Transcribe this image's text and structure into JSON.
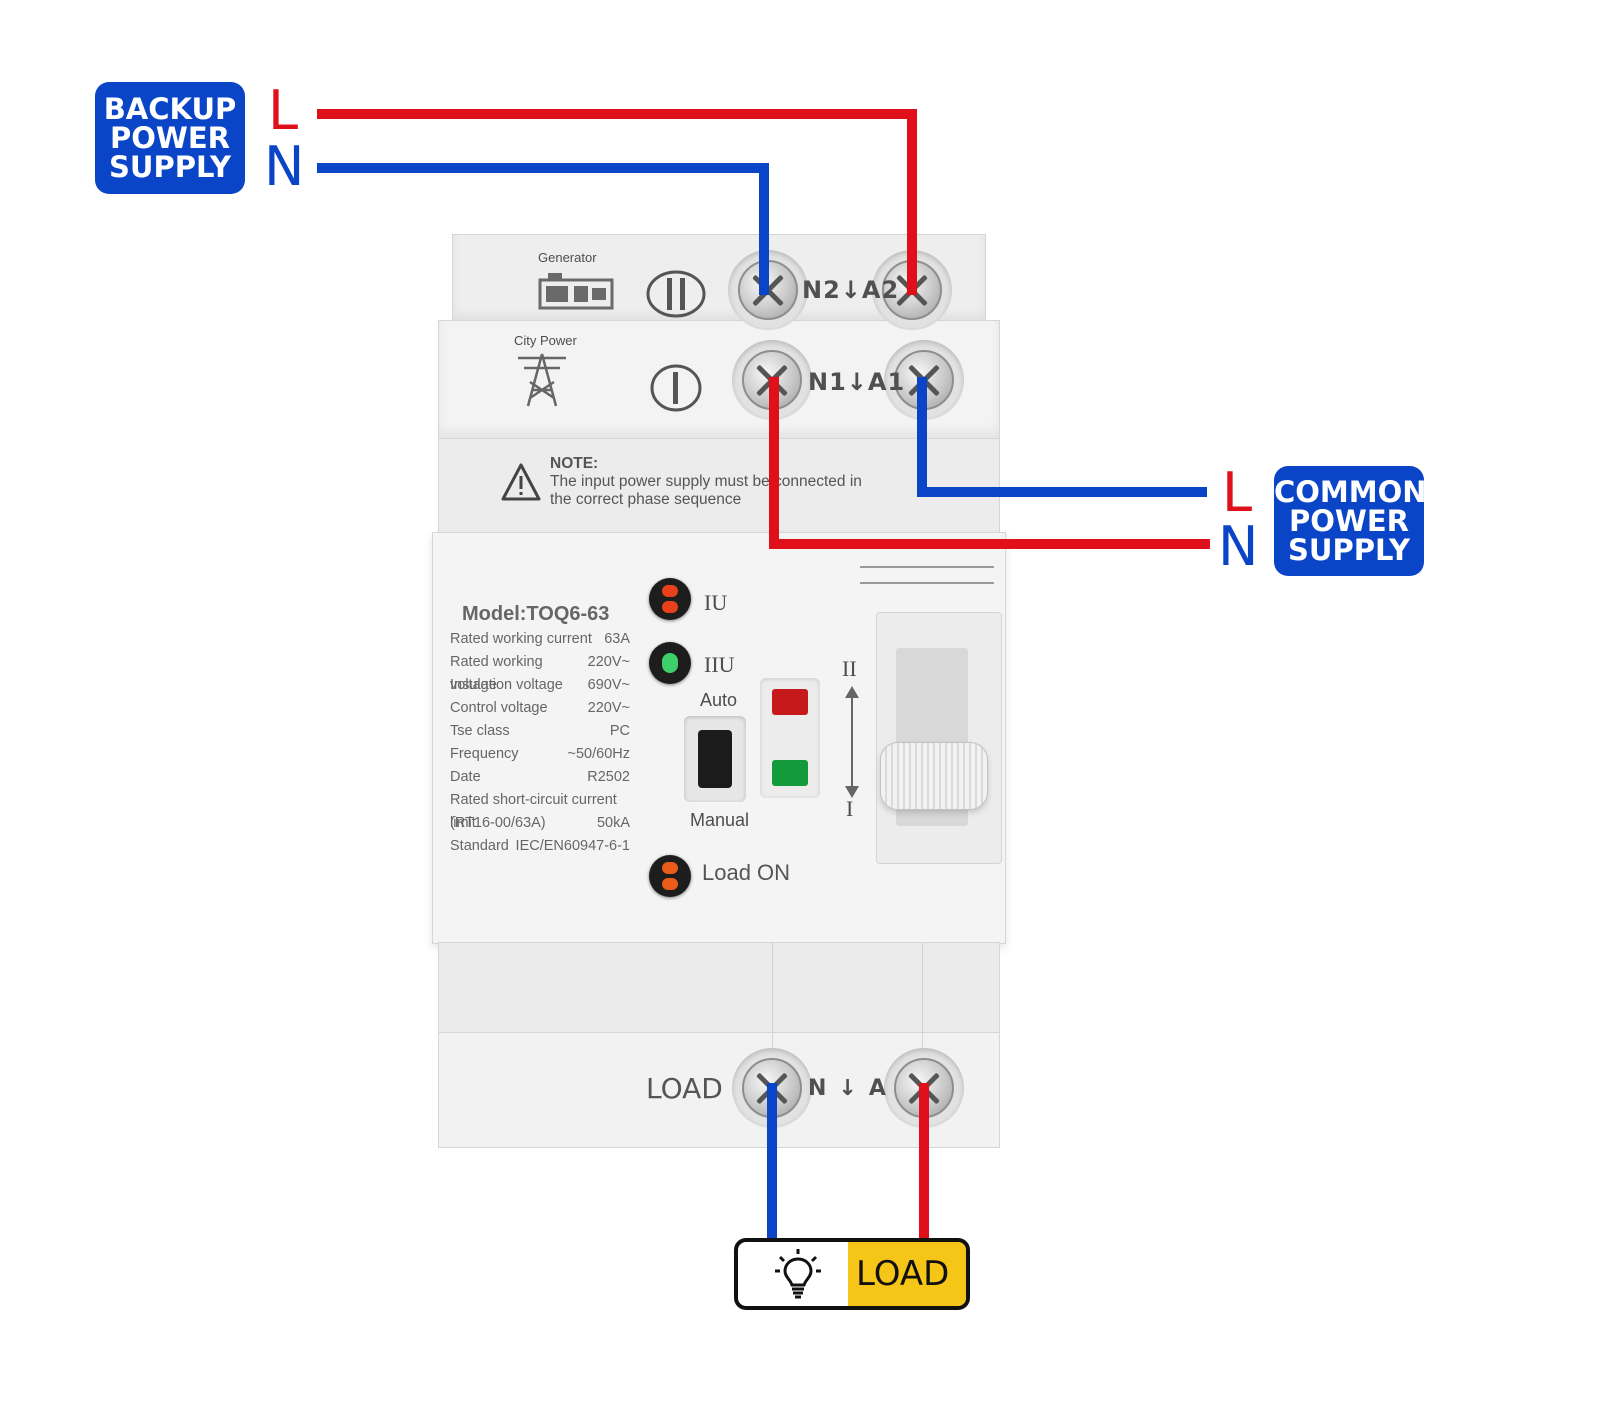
{
  "backup": {
    "title_lines": [
      "BACKUP",
      "POWER",
      "SUPPLY"
    ],
    "l_label": "L",
    "n_label": "N"
  },
  "common": {
    "title_lines": [
      "COMMON",
      "POWER",
      "SUPPLY"
    ],
    "l_label": "L",
    "n_label": "N"
  },
  "device": {
    "generator_label": "Generator",
    "city_power_label": "City Power",
    "terminal_top": {
      "left": "N2",
      "right": "A2"
    },
    "terminal_mid": {
      "left": "N1",
      "right": "A1"
    },
    "note": {
      "heading": "NOTE:",
      "line1": "The input power supply must be connected in",
      "line2": "the correct phase sequence"
    },
    "model": "Model:TOQ6-63",
    "specs": [
      {
        "label": "Rated working current",
        "value": "63A"
      },
      {
        "label": "Rated working voltage",
        "value": "220V~"
      },
      {
        "label": "Insulation voltage",
        "value": "690V~"
      },
      {
        "label": "Control voltage",
        "value": "220V~"
      },
      {
        "label": "Tse class",
        "value": "PC"
      },
      {
        "label": "Frequency",
        "value": "~50/60Hz"
      },
      {
        "label": "Date",
        "value": "R2502"
      },
      {
        "label": "Rated short-circuit current limit",
        "value": ""
      },
      {
        "label": "(RT16-00/63A)",
        "value": "50kA"
      },
      {
        "label": "Standard",
        "value": "IEC/EN60947-6-1"
      }
    ],
    "indicators": {
      "iu": "IU",
      "iiu": "IIU",
      "auto": "Auto",
      "manual": "Manual",
      "load_on": "Load ON"
    },
    "switch_marks": {
      "top": "II",
      "bottom": "I"
    },
    "terminal_bottom": {
      "prefix": "LOAD",
      "left": "N",
      "right": "A"
    }
  },
  "load_box": {
    "label": "LOAD"
  },
  "colors": {
    "live_wire": "#e0101a",
    "neutral_wire": "#0b45c7",
    "box_blue": "#0b45c7",
    "load_yellow": "#f5c518"
  }
}
